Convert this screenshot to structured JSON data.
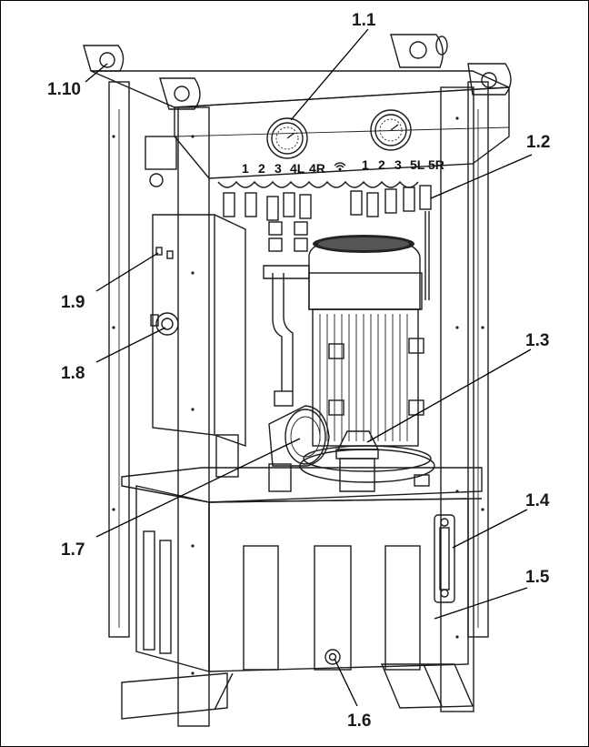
{
  "callouts": {
    "c1_1": "1.1",
    "c1_2": "1.2",
    "c1_3": "1.3",
    "c1_4": "1.4",
    "c1_5": "1.5",
    "c1_6": "1.6",
    "c1_7": "1.7",
    "c1_8": "1.8",
    "c1_9": "1.9",
    "c1_10": "1.10"
  },
  "port_labels_left": [
    "1",
    "2",
    "3",
    "4L",
    "4R"
  ],
  "port_labels_right": [
    "1",
    "2",
    "3",
    "5L",
    "5R"
  ],
  "port_separator": "wifi-icon"
}
